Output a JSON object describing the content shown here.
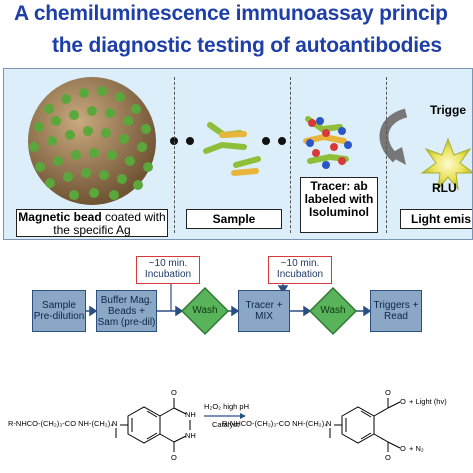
{
  "header": {
    "title_line1": "A chemiluminescence immunoassay princip",
    "title_line2": "the diagnostic testing of autoantibodies"
  },
  "panel": {
    "bead_label_bold": "Magnetic bead",
    "bead_label_rest": " coated with the specific Ag",
    "sample_label": "Sample",
    "tracer_label": "Tracer: ab labeled with Isoluminol",
    "trigger_label": "Trigge",
    "rlu_label": "RLU",
    "light_label": "Light emis"
  },
  "flow": {
    "incubation1": "~10 min. Incubation",
    "incubation2": "~10 min. Incubation",
    "node_predilution": "Sample Pre-dilution",
    "node_buffer": "Buffer Mag. Beads + Sam (pre-dil)",
    "wash1": "Wash",
    "node_tracer": "Tracer + MIX",
    "wash2": "Wash",
    "node_triggers": "Triggers + Read"
  },
  "reaction": {
    "left_chain": "R-NHCO-(CH₂)₃-CO NH-(CH₂)₄",
    "right_chain": "R-NHCO-(CH₂)₃-CO NH-(CH₂)₄",
    "reagent": "H₂O₂ high pH",
    "catalyst": "Catalyst",
    "light_product": "+ Light (hv)",
    "n2_product": "+ N₂",
    "o_top": "O",
    "o_bottom": "O",
    "nh_top": "NH",
    "nh_bottom": "NH",
    "n_left": "N",
    "n_right": "N",
    "o_r1": "O",
    "o_r2": "O",
    "o_r3": "O",
    "o_r4": "O"
  },
  "colors": {
    "title": "#1f3fa8",
    "panel_bg": "#dbeef9",
    "flow_node": "#8aa8c6",
    "wash_diamond": "#58b35a",
    "incubation_border": "#d63a3a",
    "bead": "#9c7a55",
    "bead_dots": "#5aa83c"
  },
  "icons": [
    "magnetic-bead-icon",
    "dots-icon",
    "antibody-icon",
    "tracer-antibody-icon",
    "curved-arrow-icon",
    "light-burst-icon"
  ]
}
